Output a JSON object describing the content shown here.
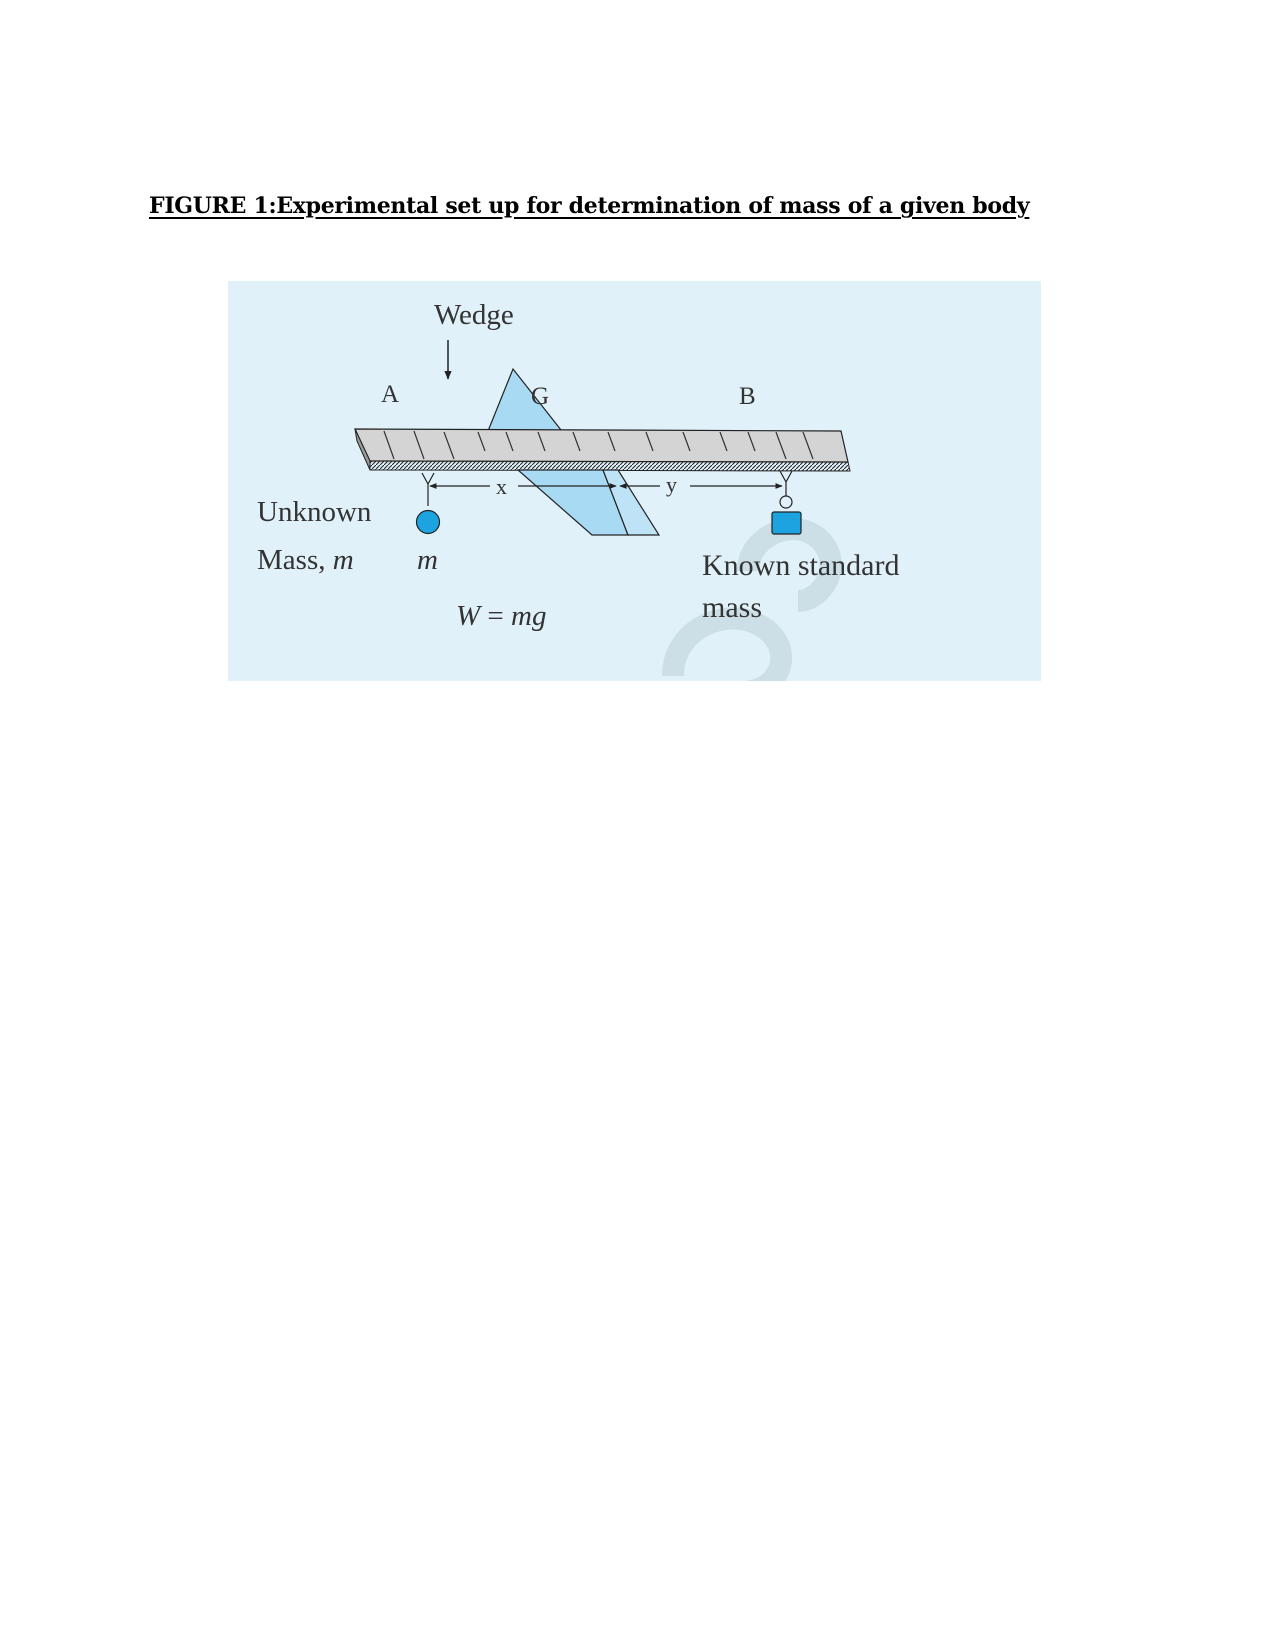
{
  "document": {
    "title": "FIGURE 1:Experimental set up for determination of mass of a given body"
  },
  "figure": {
    "labels": {
      "wedge": "Wedge",
      "point_a": "A",
      "point_g": "G",
      "point_b": "B",
      "distance_x": "x",
      "distance_y": "y",
      "unknown_line1": "Unknown",
      "unknown_line2_prefix": "Mass,",
      "unknown_symbol": "m",
      "mass_symbol": "m",
      "equation_w": "W",
      "equation_eq": " = ",
      "equation_mg": "mg",
      "known_line1": "Known standard",
      "known_line2": "mass"
    },
    "colors": {
      "panel_background": "#e1f1f9",
      "wedge_fill": "#a9daf4",
      "mass_fill": "#1ca3e0",
      "ruler_fill": "#d4d4d4",
      "watermark": "#c9dde4"
    }
  }
}
